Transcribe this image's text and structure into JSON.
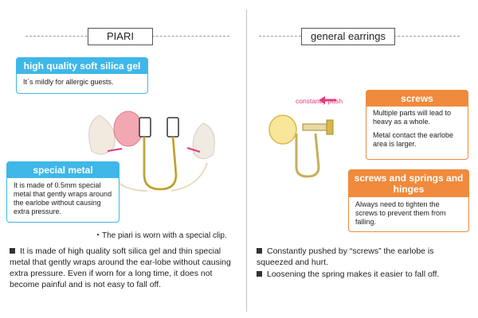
{
  "left": {
    "title": "PIARI",
    "callout_gel": {
      "heading": "high quality soft silica gel",
      "text": "It`s mildly for allergic guests."
    },
    "callout_metal": {
      "heading": "special metal",
      "text": "It is made of 0.5mm special metal that gently wraps around the earlobe without causing extra pressure."
    },
    "clip_note": "・The piari is worn with a special clip.",
    "bullet": "It is made of high quality soft silica gel and thin special metal that gently wraps around the ear-lobe without causing extra pressure. Even if worn for a long time, it does not become painful and is not easy to fall off."
  },
  "right": {
    "title": "general earrings",
    "push_label": "constantly push",
    "callout_screws": {
      "heading": "screws",
      "text1": "Multiple parts will lead to heavy as a whole.",
      "text2": "Metal contact the earlobe area is larger."
    },
    "callout_springs": {
      "heading": "screws and springs and hinges",
      "text": "Always need to tighten the screws to prevent them from falling."
    },
    "bullet1": "Constantly pushed by “screws” the earlobe is squeezed and hurt.",
    "bullet2": "Loosening the spring makes it easier to fall off."
  },
  "colors": {
    "blue": "#3fb7e8",
    "orange": "#f08a3c",
    "pink": "#e23c7d",
    "gold": "#d7b84a"
  }
}
